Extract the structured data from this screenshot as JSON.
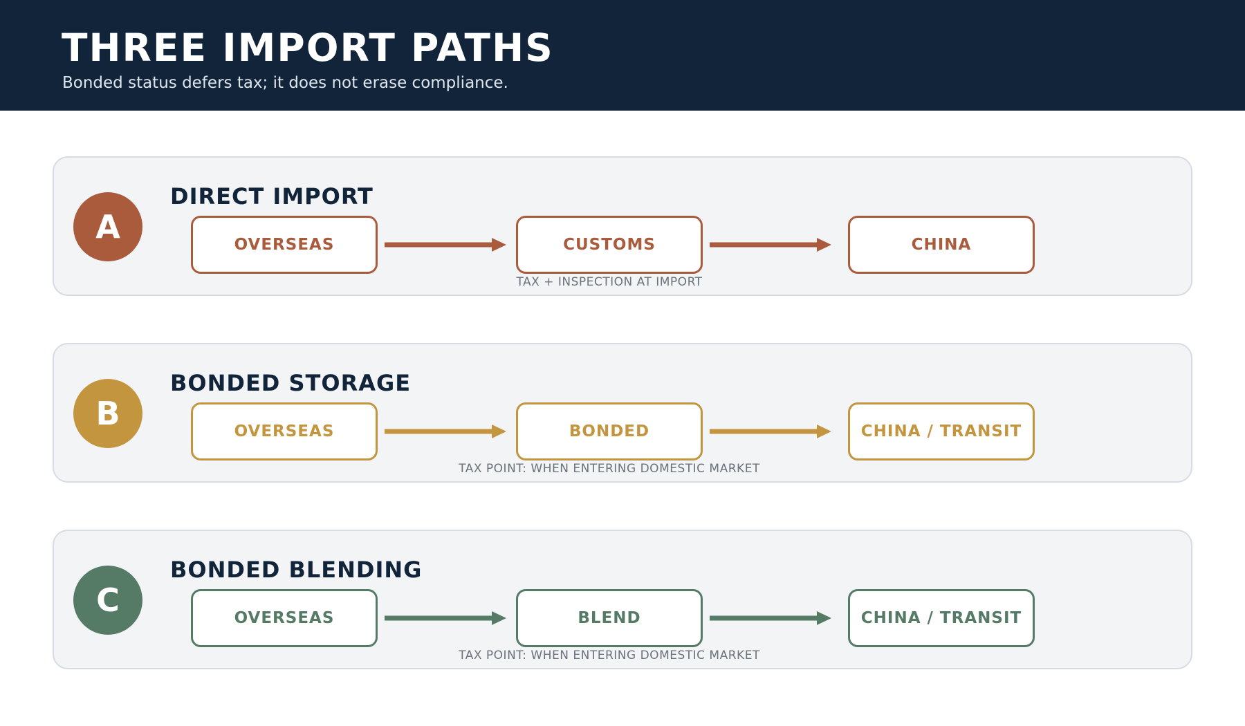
{
  "header": {
    "title": "THREE IMPORT PATHS",
    "subtitle": "Bonded status defers tax; it does not erase compliance."
  },
  "paths": [
    {
      "badge": "A",
      "title": "DIRECT IMPORT",
      "color": "#a95b3c",
      "steps": [
        "OVERSEAS",
        "CUSTOMS",
        "CHINA"
      ],
      "note": "TAX + INSPECTION AT IMPORT"
    },
    {
      "badge": "B",
      "title": "BONDED STORAGE",
      "color": "#c4953f",
      "steps": [
        "OVERSEAS",
        "BONDED",
        "CHINA / TRANSIT"
      ],
      "note": "TAX POINT: WHEN ENTERING DOMESTIC MARKET"
    },
    {
      "badge": "C",
      "title": "BONDED BLENDING",
      "color": "#557a66",
      "steps": [
        "OVERSEAS",
        "BLEND",
        "CHINA / TRANSIT"
      ],
      "note": "TAX POINT: WHEN ENTERING DOMESTIC MARKET"
    }
  ]
}
